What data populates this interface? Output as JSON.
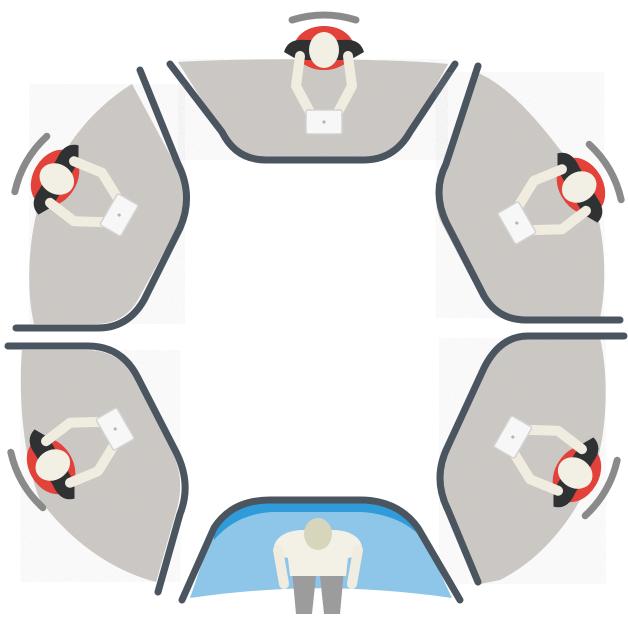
{
  "scene": {
    "workstations": [
      {
        "id": "top"
      },
      {
        "id": "upper-right"
      },
      {
        "id": "lower-right"
      },
      {
        "id": "lower-left"
      },
      {
        "id": "upper-left"
      }
    ],
    "standing_person": {
      "position": "bottom"
    }
  },
  "colors": {
    "desk_surface": "#cfccc8",
    "desk_edge": "#4b5560",
    "chair_seat": "#e2423a",
    "chair_back": "#8a8a8a",
    "jacket": "#2f3133",
    "skin_and_shirt": "#f0ecdf",
    "laptop": "#f7f7f7",
    "floor_mat": "#8ec6ea",
    "floor_mat_edge": "#2f9bd8",
    "standing_person_shirt": "#f3f1e6",
    "standing_person_trousers": "#9c9c9c"
  }
}
